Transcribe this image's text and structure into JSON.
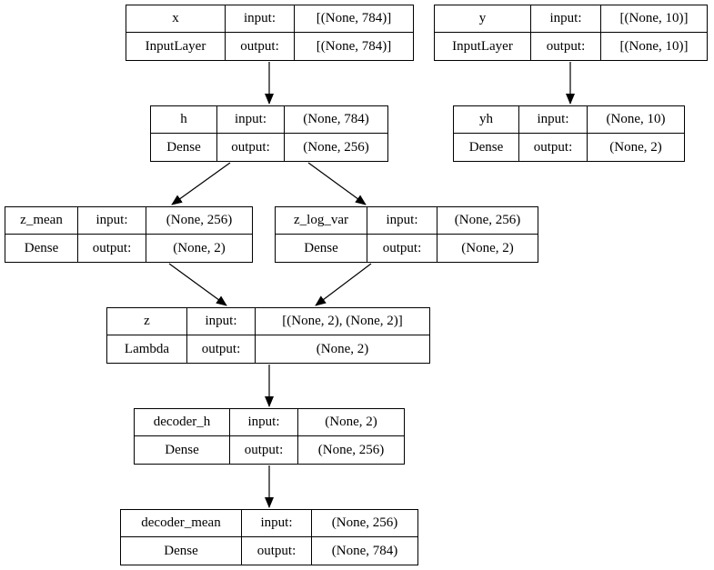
{
  "diagram": {
    "kind": "keras-model-graph",
    "colors": {
      "background": "#ffffff",
      "line": "#000000",
      "text": "#000000"
    },
    "nodes": {
      "x": {
        "name": "x",
        "layer_type": "InputLayer",
        "input_label": "input:",
        "output_label": "output:",
        "input_shape": "[(None, 784)]",
        "output_shape": "[(None, 784)]"
      },
      "y": {
        "name": "y",
        "layer_type": "InputLayer",
        "input_label": "input:",
        "output_label": "output:",
        "input_shape": "[(None, 10)]",
        "output_shape": "[(None, 10)]"
      },
      "h": {
        "name": "h",
        "layer_type": "Dense",
        "input_label": "input:",
        "output_label": "output:",
        "input_shape": "(None, 784)",
        "output_shape": "(None, 256)"
      },
      "yh": {
        "name": "yh",
        "layer_type": "Dense",
        "input_label": "input:",
        "output_label": "output:",
        "input_shape": "(None, 10)",
        "output_shape": "(None, 2)"
      },
      "z_mean": {
        "name": "z_mean",
        "layer_type": "Dense",
        "input_label": "input:",
        "output_label": "output:",
        "input_shape": "(None, 256)",
        "output_shape": "(None, 2)"
      },
      "z_log_var": {
        "name": "z_log_var",
        "layer_type": "Dense",
        "input_label": "input:",
        "output_label": "output:",
        "input_shape": "(None, 256)",
        "output_shape": "(None, 2)"
      },
      "z": {
        "name": "z",
        "layer_type": "Lambda",
        "input_label": "input:",
        "output_label": "output:",
        "input_shape": "[(None, 2), (None, 2)]",
        "output_shape": "(None, 2)"
      },
      "decoder_h": {
        "name": "decoder_h",
        "layer_type": "Dense",
        "input_label": "input:",
        "output_label": "output:",
        "input_shape": "(None, 2)",
        "output_shape": "(None, 256)"
      },
      "decoder_mean": {
        "name": "decoder_mean",
        "layer_type": "Dense",
        "input_label": "input:",
        "output_label": "output:",
        "input_shape": "(None, 256)",
        "output_shape": "(None, 784)"
      }
    },
    "edges": [
      {
        "from": "x",
        "to": "h"
      },
      {
        "from": "y",
        "to": "yh"
      },
      {
        "from": "h",
        "to": "z_mean"
      },
      {
        "from": "h",
        "to": "z_log_var"
      },
      {
        "from": "z_mean",
        "to": "z"
      },
      {
        "from": "z_log_var",
        "to": "z"
      },
      {
        "from": "z",
        "to": "decoder_h"
      },
      {
        "from": "decoder_h",
        "to": "decoder_mean"
      }
    ]
  }
}
